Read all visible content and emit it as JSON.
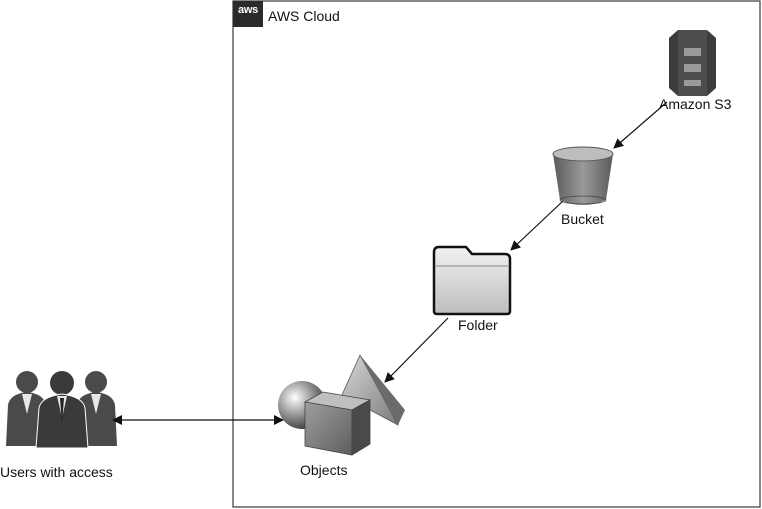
{
  "cloud": {
    "title": "AWS Cloud",
    "badge": "aws"
  },
  "nodes": {
    "s3": {
      "label": "Amazon S3"
    },
    "bucket": {
      "label": "Bucket"
    },
    "folder": {
      "label": "Folder"
    },
    "objects": {
      "label": "Objects"
    },
    "users": {
      "label": "Users with access"
    }
  },
  "edges": [
    {
      "from": "s3",
      "to": "bucket",
      "direction": "one-way"
    },
    {
      "from": "bucket",
      "to": "folder",
      "direction": "one-way"
    },
    {
      "from": "folder",
      "to": "objects",
      "direction": "one-way"
    },
    {
      "from": "users",
      "to": "objects",
      "direction": "two-way"
    }
  ],
  "colors": {
    "border": "#3a3a3a",
    "icon_dark": "#555555",
    "icon_mid": "#8a8a8a",
    "icon_light": "#c8c8c8"
  }
}
